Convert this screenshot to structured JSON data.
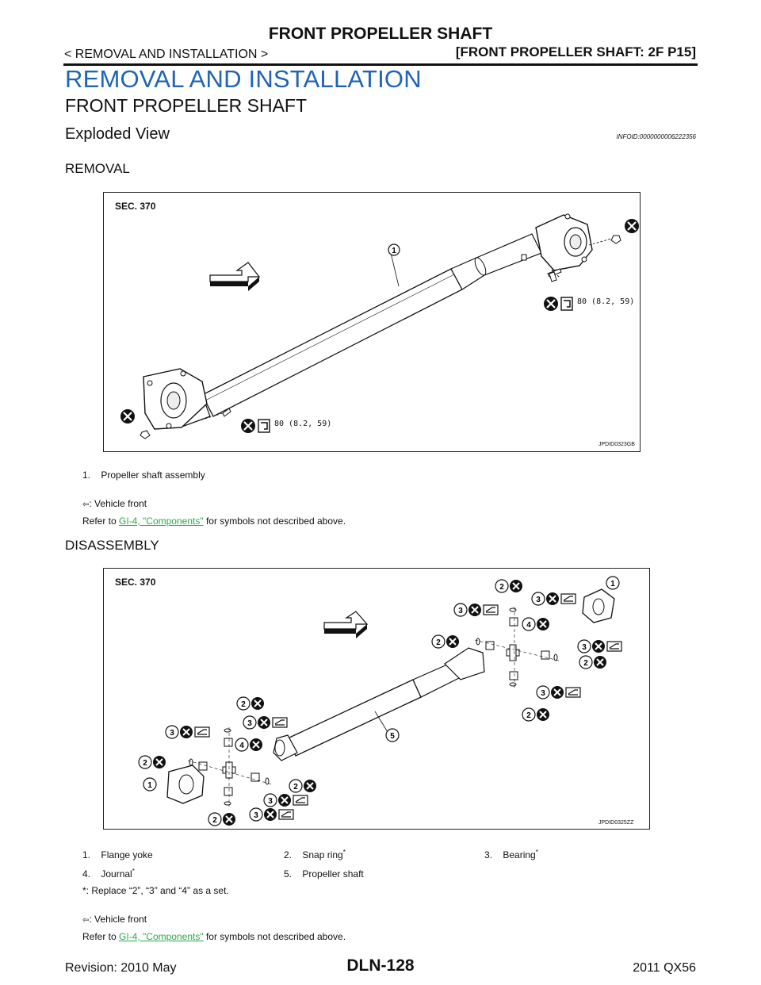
{
  "header": {
    "title": "FRONT PROPELLER SHAFT",
    "breadcrumb": "< REMOVAL AND INSTALLATION >",
    "section_tag": "[FRONT PROPELLER SHAFT: 2F P15]"
  },
  "main": {
    "h1": "REMOVAL AND INSTALLATION",
    "h2": "FRONT PROPELLER SHAFT",
    "h3": "Exploded View",
    "info_id": "INFOID:0000000006222356"
  },
  "removal": {
    "heading": "REMOVAL",
    "figure": {
      "sec_label": "SEC. 370",
      "code": "JPDID0323GB",
      "torque_top": "80 (8.2, 59)",
      "torque_bottom": "80 (8.2, 59)",
      "callout": "1"
    },
    "legend": [
      {
        "num": "1.",
        "text": "Propeller shaft assembly"
      }
    ],
    "vehicle_front": ": Vehicle front",
    "refer_prefix": "Refer to ",
    "refer_link": "GI-4, \"Components\"",
    "refer_suffix": " for symbols not described above."
  },
  "disassembly": {
    "heading": "DISASSEMBLY",
    "figure": {
      "sec_label": "SEC. 370",
      "code": "JPDID0325ZZ"
    },
    "legend": [
      {
        "num": "1.",
        "text": "Flange yoke",
        "star": ""
      },
      {
        "num": "2.",
        "text": "Snap ring",
        "star": "*"
      },
      {
        "num": "3.",
        "text": "Bearing",
        "star": "*"
      },
      {
        "num": "4.",
        "text": "Journal",
        "star": "*"
      },
      {
        "num": "5.",
        "text": "Propeller shaft",
        "star": ""
      }
    ],
    "replace_note": "*: Replace “2”, “3” and “4” as a set.",
    "vehicle_front": ": Vehicle front",
    "refer_prefix": "Refer to ",
    "refer_link": "GI-4, \"Components\"",
    "refer_suffix": " for symbols not described above."
  },
  "footer": {
    "revision": "Revision: 2010 May",
    "page": "DLN-128",
    "model": "2011 QX56"
  },
  "colors": {
    "heading_blue": "#1f64b6",
    "link_green": "#2aa84a"
  }
}
